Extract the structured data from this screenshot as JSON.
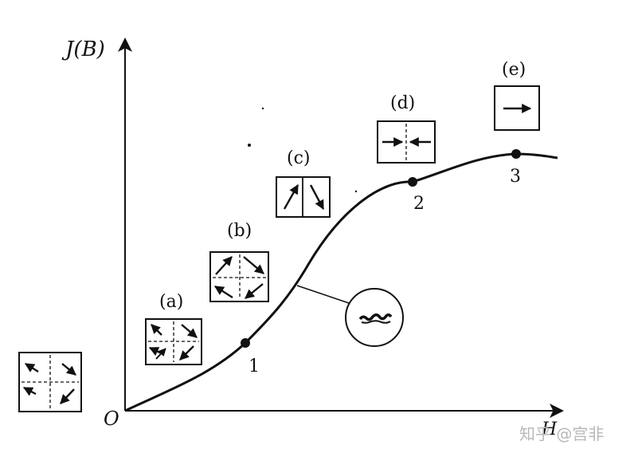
{
  "axes": {
    "y_label": "J(B)",
    "x_label": "H",
    "origin_label": "O"
  },
  "points": [
    {
      "label": "1"
    },
    {
      "label": "2"
    },
    {
      "label": "3"
    }
  ],
  "domains": [
    {
      "label": "(a)"
    },
    {
      "label": "(b)"
    },
    {
      "label": "(c)"
    },
    {
      "label": "(d)"
    },
    {
      "label": "(e)"
    }
  ],
  "watermark": "知乎 @宫非"
}
